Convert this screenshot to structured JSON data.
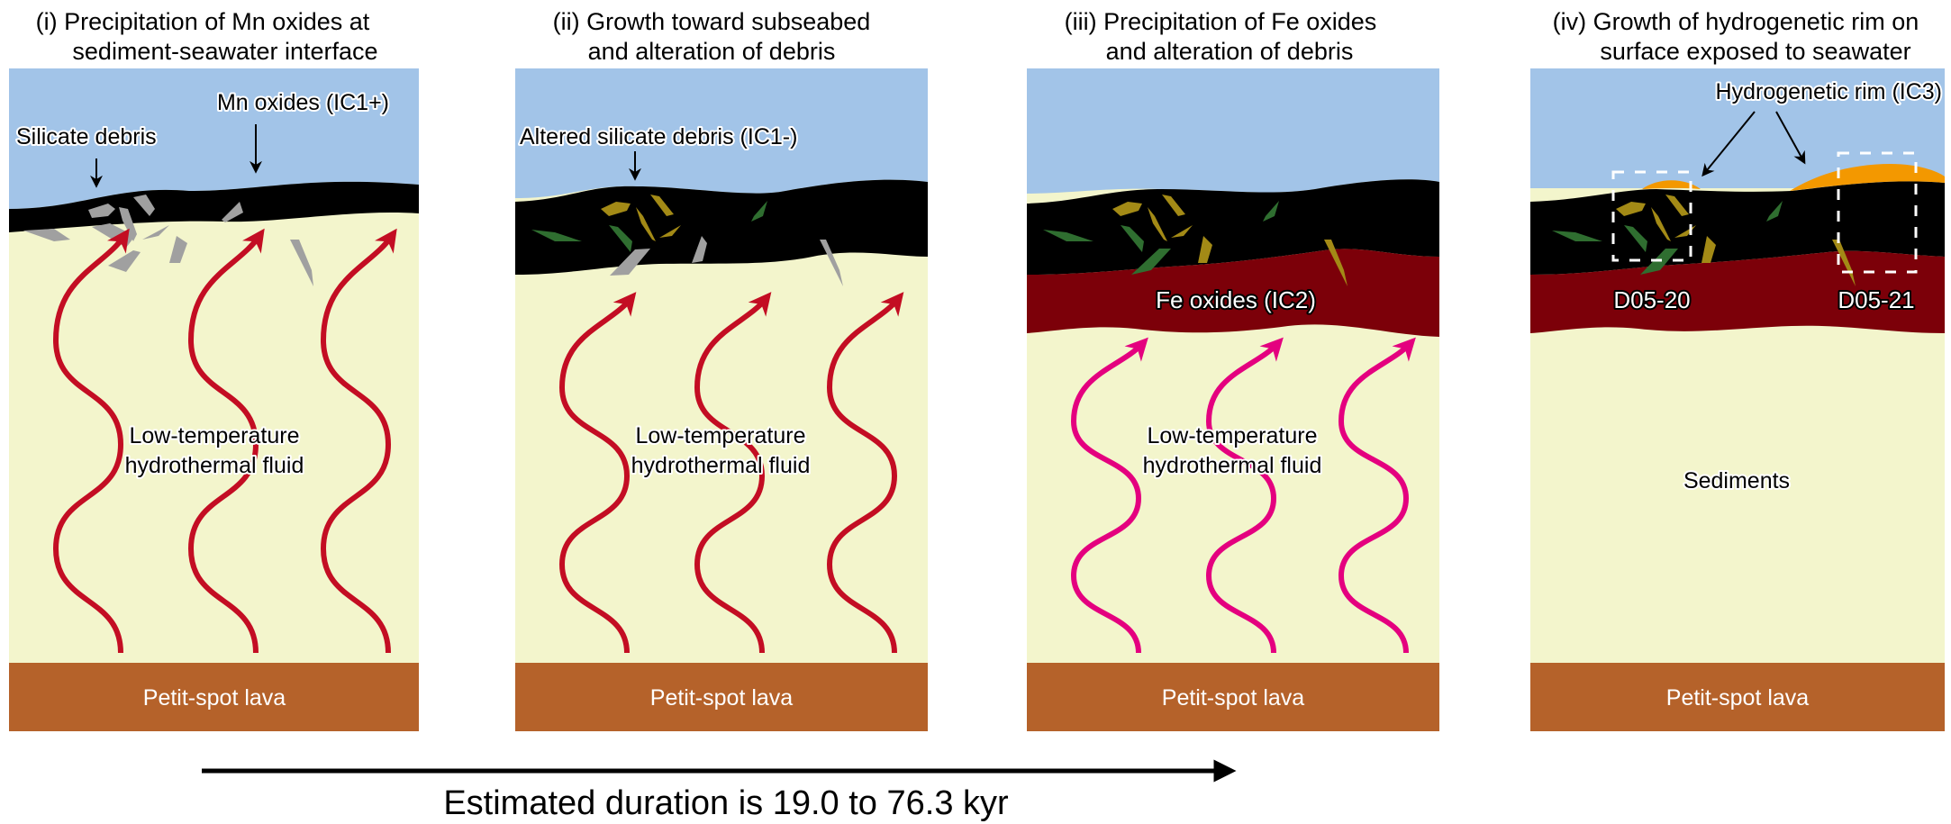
{
  "colors": {
    "seawater": "#a2c4e8",
    "sediment": "#f3f5cc",
    "mn_oxide": "#000000",
    "fe_oxide": "#7c0009",
    "lava": "#b5622a",
    "rim": "#f39800",
    "fluid_red": "#c30d23",
    "fluid_magenta": "#e4007f",
    "debris_gray": "#a0a0a0",
    "debris_olive": "#a38a16",
    "debris_green": "#2f6e30"
  },
  "panels": [
    {
      "title_line1": "(i) Precipitation of Mn oxides at",
      "title_line2": "sediment-seawater interface",
      "label_debris": "Silicate debris",
      "label_mn": "Mn oxides (IC1+)",
      "fluid": [
        "Low-temperature",
        "hydrothermal fluid"
      ],
      "lava": "Petit-spot lava"
    },
    {
      "title_line1": "(ii) Growth toward subseabed",
      "title_line2": "and alteration of debris",
      "label_debris": "Altered silicate debris (IC1-)",
      "fluid": [
        "Low-temperature",
        "hydrothermal fluid"
      ],
      "lava": "Petit-spot lava"
    },
    {
      "title_line1": "(iii) Precipitation of Fe oxides",
      "title_line2": "and alteration of debris",
      "label_fe": "Fe oxides (IC2)",
      "fluid": [
        "Low-temperature",
        "hydrothermal fluid"
      ],
      "lava": "Petit-spot lava"
    },
    {
      "title_line1": "(iv) Growth of hydrogenetic rim on",
      "title_line2": "surface exposed to seawater",
      "label_rim": "Hydrogenetic rim (IC3)",
      "sample1": "D05-20",
      "sample2": "D05-21",
      "label_sediments": "Sediments",
      "lava": "Petit-spot lava"
    }
  ],
  "timeline": {
    "label": "Estimated duration is 19.0 to 76.3 kyr"
  }
}
